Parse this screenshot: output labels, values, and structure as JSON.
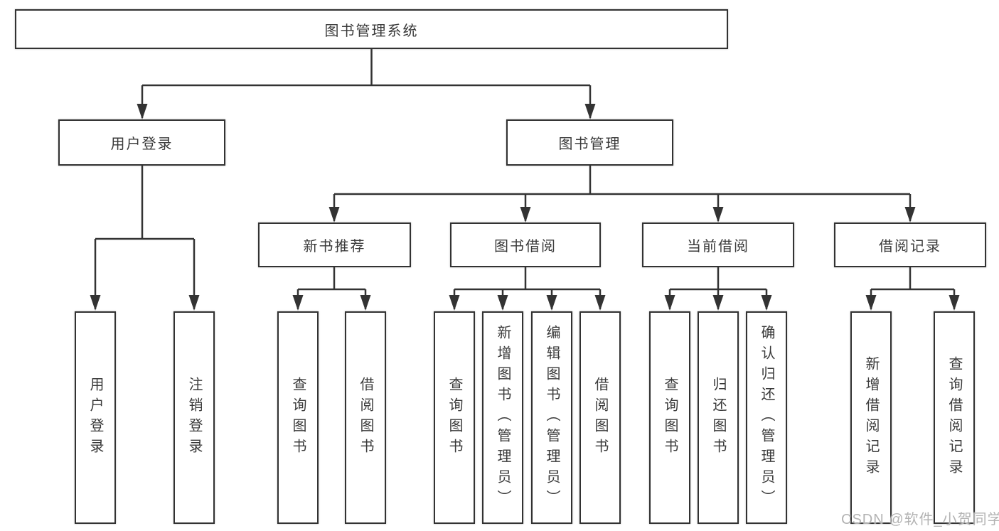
{
  "diagram": {
    "root": {
      "label": "图书管理系统"
    },
    "branches": [
      {
        "label": "用户登录",
        "children": [
          {
            "label": "用户登录"
          },
          {
            "label": "注销登录"
          }
        ]
      },
      {
        "label": "图书管理",
        "children": [
          {
            "label": "新书推荐",
            "children": [
              {
                "label": "查询图书"
              },
              {
                "label": "借阅图书"
              }
            ]
          },
          {
            "label": "图书借阅",
            "children": [
              {
                "label": "查询图书"
              },
              {
                "label": "新增图书（管理员）"
              },
              {
                "label": "编辑图书（管理员）"
              },
              {
                "label": "借阅图书"
              }
            ]
          },
          {
            "label": "当前借阅",
            "children": [
              {
                "label": "查询图书"
              },
              {
                "label": "归还图书"
              },
              {
                "label": "确认归还（管理员）"
              }
            ]
          },
          {
            "label": "借阅记录",
            "children": [
              {
                "label": "新增借阅记录"
              },
              {
                "label": "查询借阅记录"
              }
            ]
          }
        ]
      }
    ]
  },
  "watermark": {
    "text": "CSDN @软件_小贺同学"
  },
  "colors": {
    "line": "#333333",
    "box_border": "#323232",
    "text": "#3a3a3a",
    "watermark_text": "#b3b3b3",
    "background": "#ffffff"
  }
}
